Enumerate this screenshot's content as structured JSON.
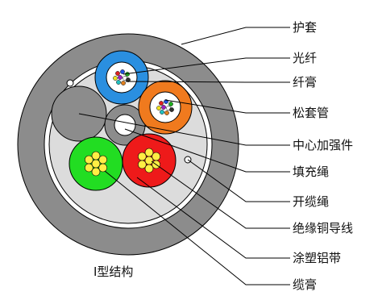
{
  "diagram": {
    "caption": "Ⅰ型结构",
    "labels": [
      "护套",
      "光纤",
      "纤膏",
      "松套管",
      "中心加强件",
      "填充绳",
      "开缆绳",
      "绝缘铜导线",
      "涂塑铝带",
      "缆膏"
    ],
    "colors": {
      "sheath": "#8c8c8c",
      "aluminum_tape": "#ffffff",
      "cable_gel": "#dcdcdc",
      "blue_tube": "#2a8fe0",
      "orange_tube": "#f07a1e",
      "filler": "#8c8c8c",
      "strength_member": "#8c8c8c",
      "green_wire": "#22dd22",
      "red_wire": "#ee1a1a",
      "conductor": "#ffee44"
    }
  }
}
